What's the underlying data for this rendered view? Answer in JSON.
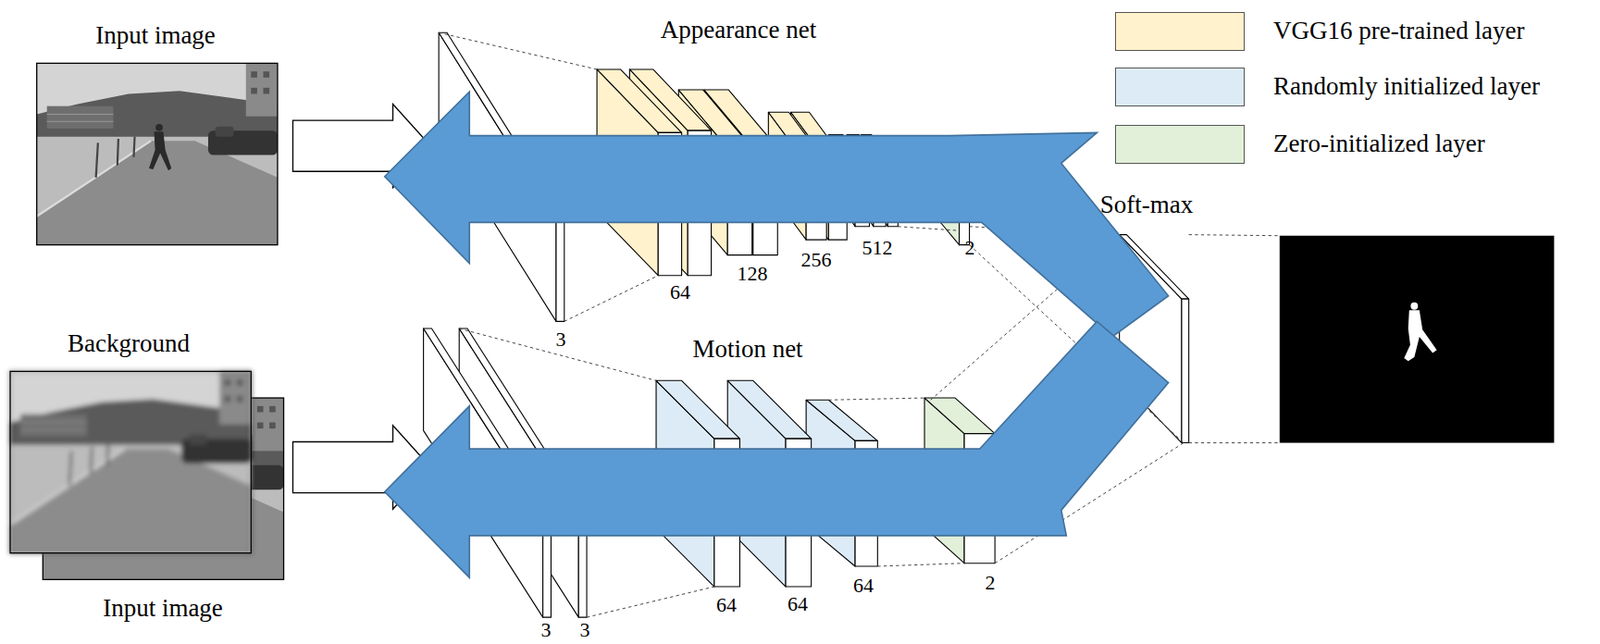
{
  "diagram": {
    "labels": [
      "Input image",
      "Appearance net",
      "Soft-max",
      "3",
      "64",
      "128",
      "256",
      "512",
      "2",
      "Background",
      "Motion net",
      "Input image",
      "3",
      "3",
      "64",
      "64",
      "64",
      "2"
    ],
    "legend": [
      {
        "text": "VGG16 pre-trained layer",
        "color": "#fff2cc"
      },
      {
        "text": "Randomly initialized layer",
        "color": "#ddebf7"
      },
      {
        "text": "Zero-initialized layer",
        "color": "#e2f0d9"
      }
    ]
  }
}
